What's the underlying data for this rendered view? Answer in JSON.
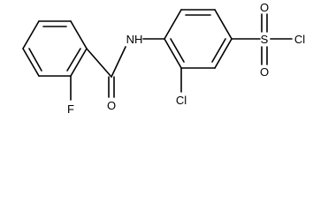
{
  "molecule": {
    "atoms": {
      "amine_nh": "NH",
      "carbonyl_o": "O",
      "fluorine": "F",
      "ring_chlorine": "Cl",
      "sulfur": "S",
      "sulfonyl_o_top": "O",
      "sulfonyl_o_bottom": "O",
      "sulfonyl_chlorine": "Cl"
    }
  }
}
